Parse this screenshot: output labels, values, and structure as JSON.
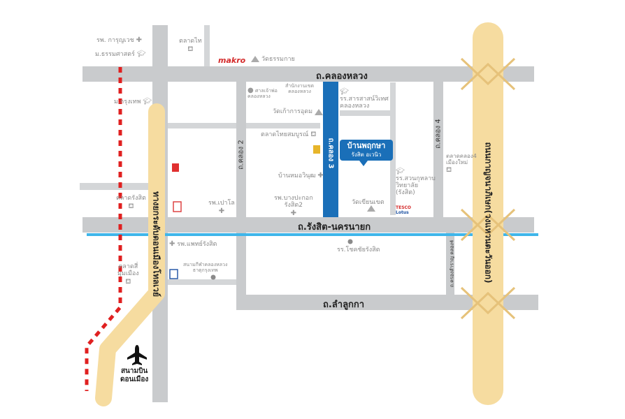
{
  "roads": {
    "klong_luang": "ถ.คลองหลวง",
    "rangsit_nakhon_nayok": "ถ.รังสิต-นครนายก",
    "lam_luk_ka": "ถ.ลำลูกกา",
    "klong_2": "ถ.คลอง 2",
    "klong_3": "ถ.คลอง 3",
    "klong_4": "ถ.คลอง 4",
    "don_mueang_tollway": "ทางยกระดับดอนเมืองโทลเวย์",
    "outer_ring": "ถนนกาญจนาภิเษก(วงแหวนตะวันออก)",
    "klong_4_small": "ถ.ครองสำราญ คลอง4"
  },
  "project": {
    "name": "บ้านพฤกษา",
    "sub": "รังสิต อเวนิว"
  },
  "places": {
    "rp_karunyavet": "รพ. การุญเวช",
    "m_thammasat": "ม.ธรรมศาสตร์",
    "talad_thai": "ตลาดไท",
    "makro": "makro",
    "wat_thammamai": "วัดธรรมกาย",
    "m_krungthep": "ม.กรุงเทพ",
    "sakhon_1": "ศาลเจ้าพ่อ",
    "sakhon_1b": "คลองหลวง",
    "sakhon_2": "สำนักงานเขต",
    "sakhon_2b": "คลองหลวง",
    "rr_sarasas_1": "รร.สารสาสน์วิเทศ",
    "rr_sarasas_2": "คลองหลวง",
    "wat_kao": "วัดเก้าการอุดม",
    "talad_thai_somboon": "ตลาดไทยสมบูรณ์",
    "baan_mor": "บ้านหมอวินุฒ",
    "rp_bangpakok_1": "รพ.บางปะกอก",
    "rp_bangpakok_2": "รังสิต2",
    "wat_khian": "วัดเขียนเขต",
    "tesco_1": "TESCO",
    "tesco_2": "Lotus",
    "rr_suan_1": "รร.สวนกุหลาบ",
    "rr_suan_2": "วิทยาลัย",
    "rr_suan_3": "(รังสิต)",
    "talad_klong4_1": "ตลาดคลอง4",
    "talad_klong4_2": "เมืองใหม่",
    "rp_paolo": "รพ.เปาโล",
    "talad_rangsit": "ตลาดรังสิต",
    "rp_phat_rangsit": "รพ.แพทย์รังสิต",
    "sanam_kila_1": "สนามกีฬาคลองหลวง",
    "sanam_kila_2": "ธาตุกรุงเทพ",
    "rr_chokchai": "รร.โชคชัยรังสิต",
    "talad_si_mum_1": "ตลาดสี่",
    "talad_si_mum_2": "มุมเมือง",
    "airport_1": "สนามบิน",
    "airport_2": "ดอนเมือง"
  },
  "colors": {
    "road": "#c9cbcd",
    "highway": "#f6dca0",
    "highlight_road": "#1a6fb8",
    "canal": "#3fb6ea",
    "rail": "#e02020",
    "project_badge": "#1a6fb8"
  },
  "icons": [
    "hospital-cross-icon",
    "school-cap-icon",
    "market-basket-icon",
    "temple-icon",
    "airplane-icon",
    "location-dot-icon"
  ]
}
